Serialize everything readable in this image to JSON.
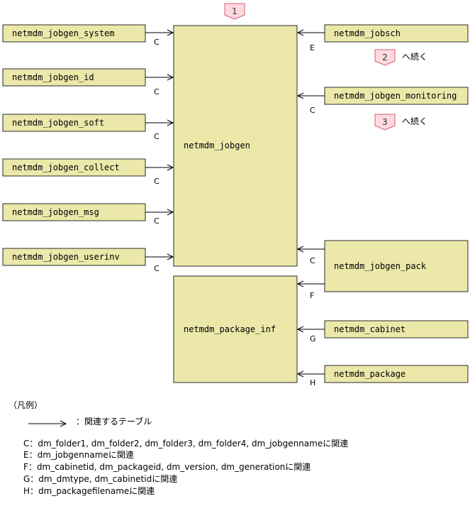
{
  "tables": {
    "jobgen": "netmdm_jobgen",
    "package_inf": "netmdm_package_inf",
    "left": [
      "netmdm_jobgen_system",
      "netmdm_jobgen_id",
      "netmdm_jobgen_soft",
      "netmdm_jobgen_collect",
      "netmdm_jobgen_msg",
      "netmdm_jobgen_userinv"
    ],
    "jobsch": "netmdm_jobsch",
    "monitoring": "netmdm_jobgen_monitoring",
    "pack": "netmdm_jobgen_pack",
    "cabinet": "netmdm_cabinet",
    "package": "netmdm_package"
  },
  "relation_letters": {
    "left": [
      "C",
      "C",
      "C",
      "C",
      "C",
      "C"
    ],
    "jobsch": "E",
    "monitoring": "C",
    "pack_to_jobgen": "C",
    "pack_to_package_inf": "F",
    "cabinet": "G",
    "package": "H"
  },
  "markers": {
    "m1": "1",
    "m2": "2",
    "m3": "3",
    "continue_text": "へ続く"
  },
  "legend": {
    "title": "（凡例）",
    "arrow_meaning": "：関連するテーブル",
    "lines": [
      "C：dm_folder1, dm_folder2, dm_folder3, dm_folder4, dm_jobgennameに関連",
      "E：dm_jobgennameに関連",
      "F：dm_cabinetid, dm_packageid, dm_version, dm_generationに関連",
      "G：dm_dmtype, dm_cabinetidに関連",
      "H：dm_packagefilenameに関連"
    ]
  },
  "colors": {
    "box_fill": "#ebe8aa",
    "marker_fill": "#ffd9df",
    "marker_stroke": "#d06070"
  }
}
